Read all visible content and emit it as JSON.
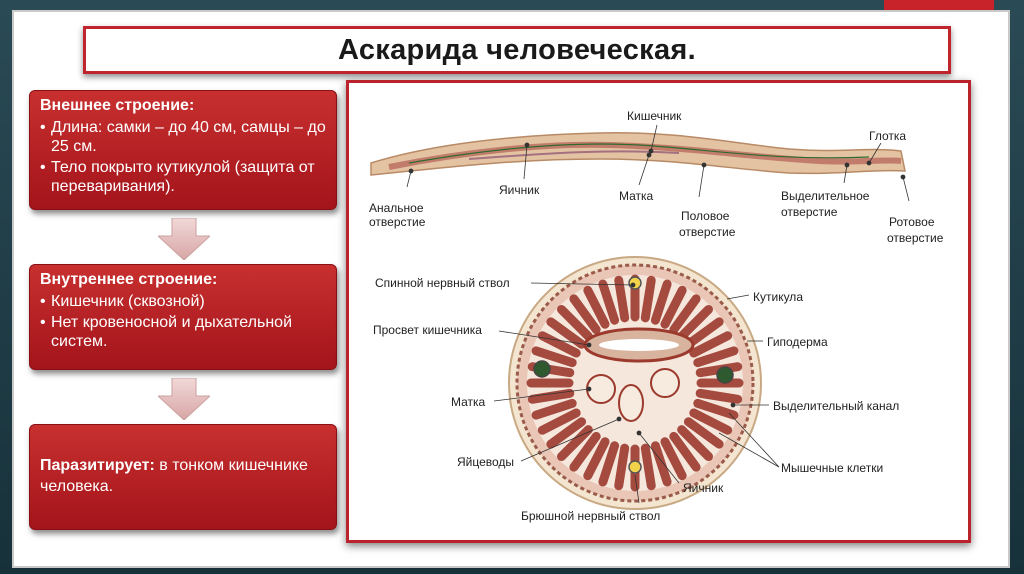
{
  "title": "Аскарида человеческая.",
  "external": {
    "heading": "Внешнее строение:",
    "items": [
      "Длина: самки – до 40 см, самцы – до 25 см.",
      "Тело покрыто кутикулой (защита от переваривания)."
    ]
  },
  "internal": {
    "heading": "Внутреннее строение:",
    "items": [
      "Кишечник (сквозной)",
      "Нет кровеносной и дыхательной систем."
    ]
  },
  "parasite": {
    "bold": "Паразитирует:",
    "text": " в тонком кишечнике человека."
  },
  "diagram": {
    "top_labels": {
      "intestine": "Кишечник",
      "pharynx": "Глотка",
      "anal_1": "Анальное",
      "anal_2": "отверстие",
      "ovary": "Яичник",
      "uterus": "Матка",
      "genital_1": "Половое",
      "genital_2": "отверстие",
      "excretory_1": "Выделительное",
      "excretory_2": "отверстие",
      "mouth_1": "Ротовое",
      "mouth_2": "отверстие"
    },
    "cross_labels": {
      "dorsal_nerve": "Спинной нервный ствол",
      "cuticle": "Кутикула",
      "gut_lumen": "Просвет кишечника",
      "hypodermis": "Гиподерма",
      "uterus": "Матка",
      "excretory_canal": "Выделительный канал",
      "oviducts": "Яйцеводы",
      "muscle_cells": "Мышечные клетки",
      "ovary": "Яичник",
      "ventral_nerve": "Брюшной нервный ствол"
    }
  },
  "colors": {
    "accent_red": "#c0252e",
    "card_red": "#b81f24",
    "worm_body": "#d9b08c",
    "muscle": "#b04a3a"
  }
}
